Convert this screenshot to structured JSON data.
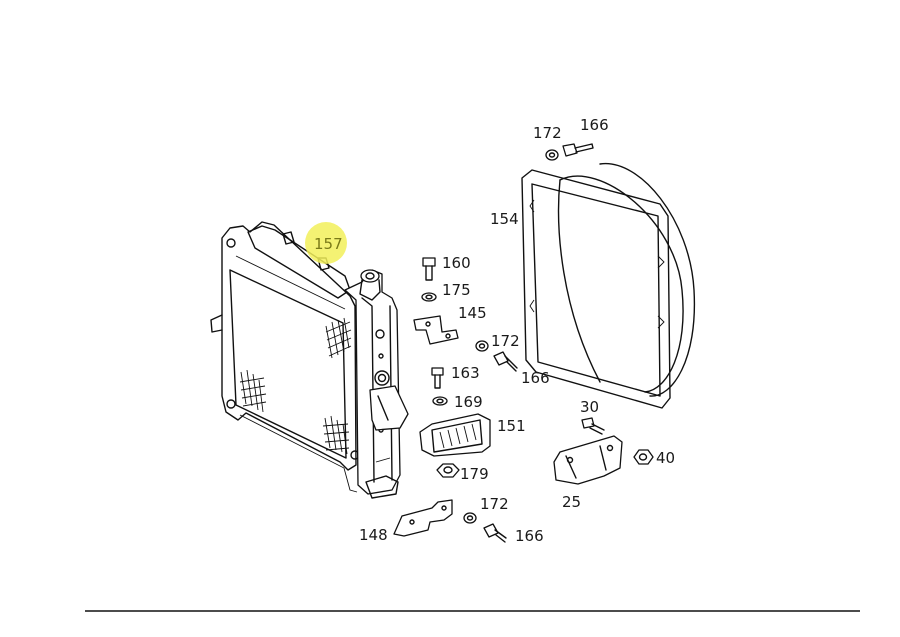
{
  "diagram": {
    "highlight_color": "#f2f05a",
    "highlighted_label": "157",
    "labels": {
      "p172_top": "172",
      "p166_top": "166",
      "p154": "154",
      "p157": "157",
      "p160": "160",
      "p175": "175",
      "p145": "145",
      "p172_mid": "172",
      "p166_mid": "166",
      "p163": "163",
      "p169": "169",
      "p30": "30",
      "p151": "151",
      "p40": "40",
      "p179": "179",
      "p25": "25",
      "p172_bot": "172",
      "p148": "148",
      "p166_bot": "166"
    }
  }
}
